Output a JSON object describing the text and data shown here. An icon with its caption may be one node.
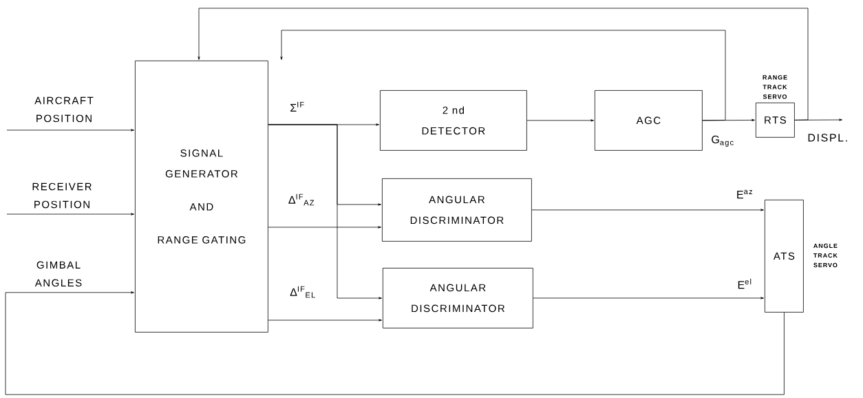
{
  "diagram": {
    "nodes": [
      {
        "text": [
          "SIGNAL GENERATOR",
          "AND",
          "RANGE GATING"
        ]
      },
      {
        "text": [
          "2 nd DETECTOR"
        ]
      },
      {
        "text": [
          "AGC"
        ]
      },
      {
        "text": [
          "RTS"
        ],
        "beside": [
          "RANGE TRACK SERVO"
        ]
      },
      {
        "text": [
          "ANGULAR DISCRIMINATOR"
        ]
      },
      {
        "text": [
          "ANGULAR DISCRIMINATOR"
        ]
      },
      {
        "text": [
          "ATS"
        ],
        "beside": [
          "ANGLE TRACK SERVO"
        ]
      }
    ],
    "edges": [
      {
        "from": null,
        "to": 0,
        "arrow": "to",
        "label": "AIRCRAFT POSITION"
      },
      {
        "from": null,
        "to": 0,
        "arrow": "to",
        "label": "RECEIVER POSITION"
      },
      {
        "from": 6,
        "to": 0,
        "arrow": "to",
        "label": "GIMBAL ANGLES"
      },
      {
        "from": 0,
        "to": 1,
        "arrow": "to",
        "label": "Σ$^{IF}$"
      },
      {
        "from": 0,
        "to": 4,
        "arrow": "to"
      },
      {
        "from": 0,
        "to": 5,
        "arrow": "to"
      },
      {
        "from": 0,
        "to": 4,
        "arrow": "to",
        "label": "Δ$^{IF}$$_{AZ}$"
      },
      {
        "from": 0,
        "to": 5,
        "arrow": "to",
        "label": "Δ$^{IF}$$_{EL}$"
      },
      {
        "from": 1,
        "to": 2,
        "arrow": "to"
      },
      {
        "from": 2,
        "to": 3,
        "arrow": "to",
        "label": "G$_{agc}$"
      },
      {
        "from": 2,
        "to": 0,
        "arrow": "to"
      },
      {
        "from": 3,
        "to": 0,
        "arrow": "to"
      },
      {
        "from": 3,
        "to": null,
        "arrow": "to",
        "label": "DISPL."
      },
      {
        "from": 4,
        "to": 6,
        "arrow": "to",
        "label": "E$^{az}$"
      },
      {
        "from": 5,
        "to": 6,
        "arrow": "to",
        "label": "E$^{el}$"
      }
    ]
  }
}
